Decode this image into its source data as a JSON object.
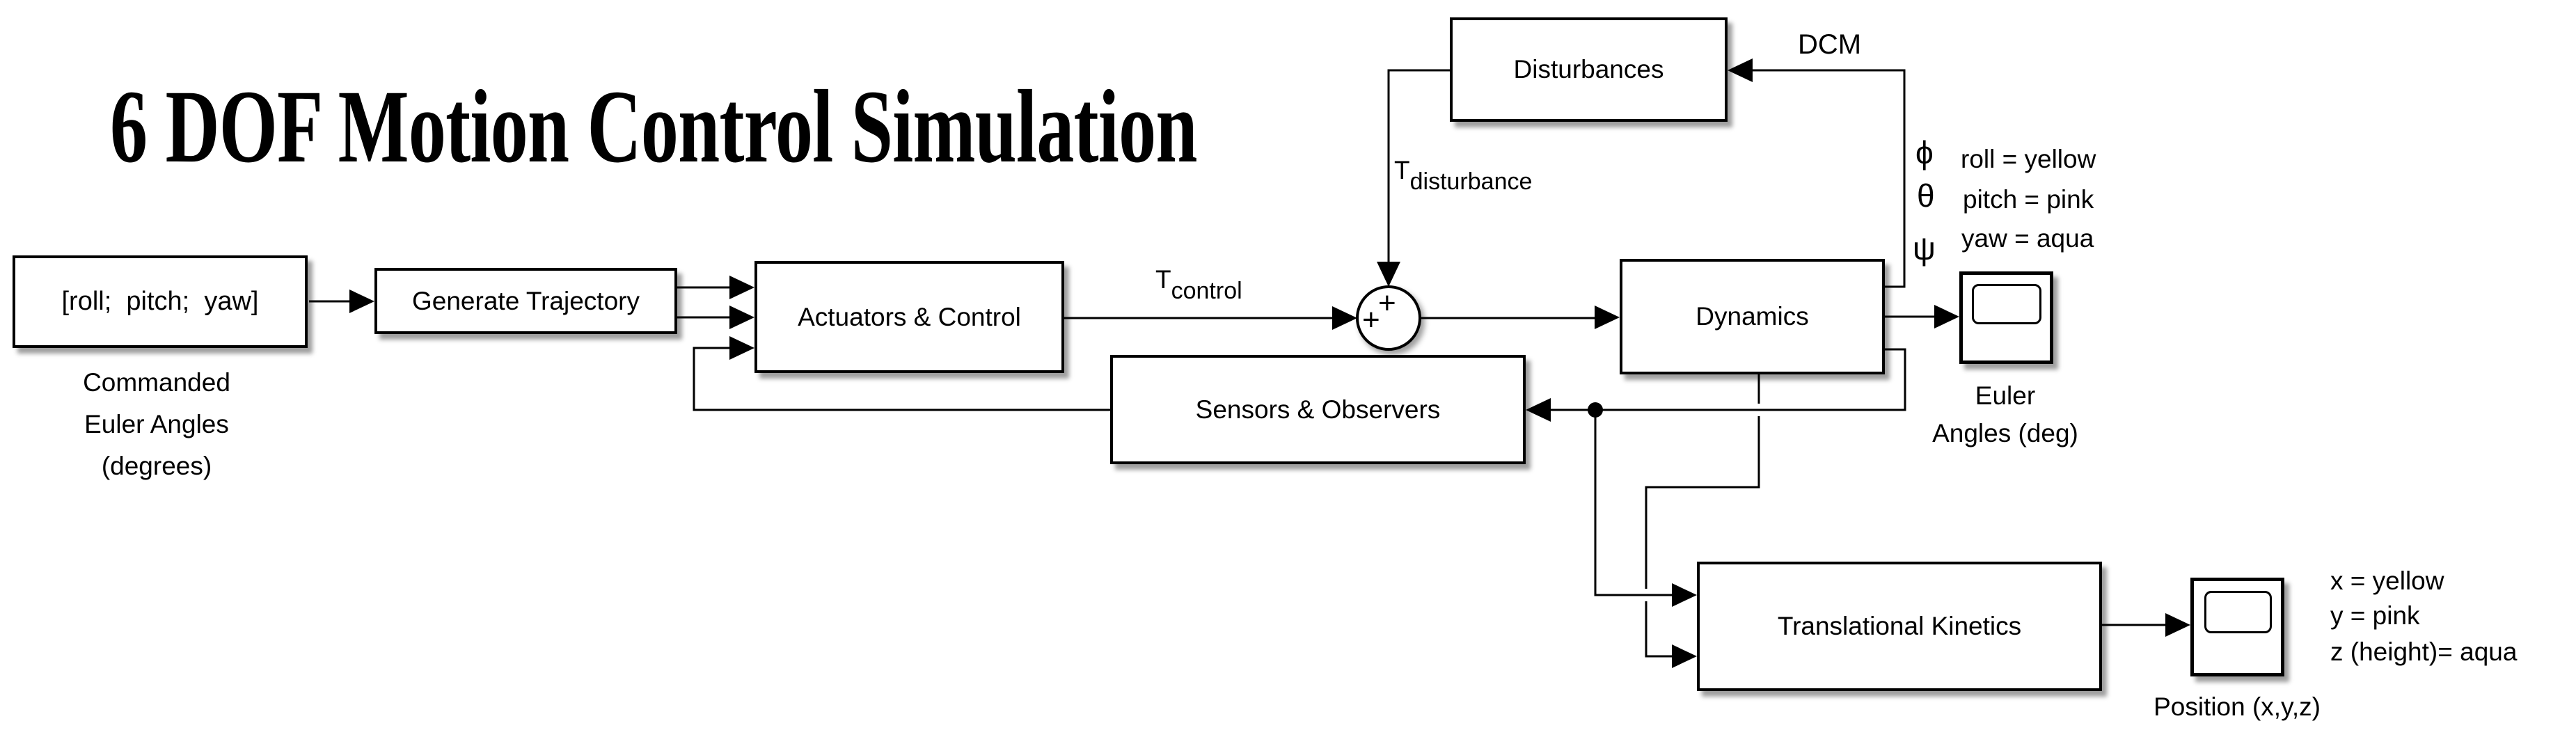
{
  "title": "6 DOF Motion Control Simulation",
  "blocks": {
    "source": {
      "label": "[roll;  pitch;  yaw]"
    },
    "generate_trajectory": {
      "label": "Generate Trajectory"
    },
    "actuators_control": {
      "label": "Actuators & Control"
    },
    "disturbances": {
      "label": "Disturbances"
    },
    "dynamics": {
      "label": "Dynamics"
    },
    "sensors_observers": {
      "label": "Sensors & Observers"
    },
    "translational_kinetics": {
      "label": "Translational Kinetics"
    }
  },
  "sum": {
    "sign_top": "+",
    "sign_left": "+"
  },
  "annotations": {
    "source_caption": [
      "Commanded",
      "Euler Angles",
      "(degrees)"
    ],
    "t_control": {
      "base": "T",
      "sub": "control"
    },
    "t_disturbance": {
      "base": "T",
      "sub": "disturbance"
    },
    "dcm": "DCM",
    "attitude_legend": [
      {
        "symbol": "ϕ",
        "text": "roll = yellow"
      },
      {
        "symbol": "θ",
        "text": "pitch = pink"
      },
      {
        "symbol": "ψ",
        "text": "yaw = aqua"
      }
    ],
    "position_legend": [
      "x = yellow",
      "y = pink",
      "z (height)= aqua"
    ],
    "euler_scope_caption": [
      "Euler",
      "Angles (deg)"
    ],
    "position_scope_caption": "Position (x,y,z)"
  },
  "colors": {
    "line": "#000000",
    "background": "#ffffff",
    "shadow": "rgba(0,0,0,0.38)"
  }
}
